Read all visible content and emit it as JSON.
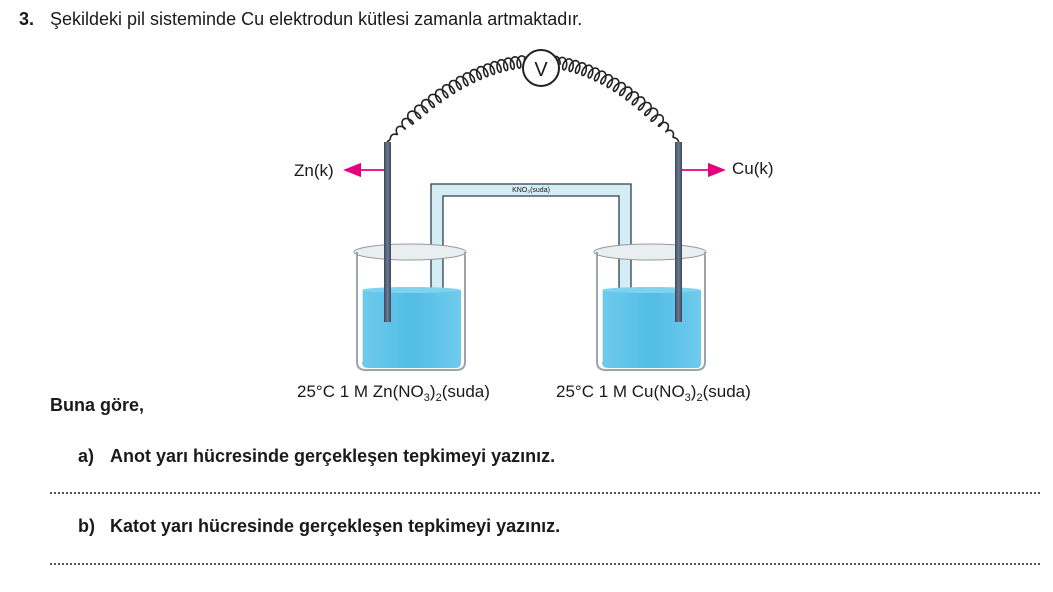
{
  "question": {
    "number": "3.",
    "text": "Şekildeki pil sisteminde Cu elektrodun kütlesi zamanla artmaktadır."
  },
  "diagram": {
    "voltmeter_symbol": "V",
    "left_electrode_label": "Zn(k)",
    "right_electrode_label": "Cu(k)",
    "salt_bridge_label": "KNO₃(suda)",
    "left_solution": {
      "prefix": "25°C 1 M Zn(NO",
      "sub1": "3",
      "mid": ")",
      "sub2": "2",
      "suffix": "(suda)"
    },
    "right_solution": {
      "prefix": "25°C 1 M Cu(NO",
      "sub1": "3",
      "mid": ")",
      "sub2": "2",
      "suffix": "(suda)"
    },
    "colors": {
      "arrow": "#e6007e",
      "solution": "#5dc3e8",
      "electrode": "#4a5870",
      "bridge": "#cfeaf2"
    }
  },
  "prompt": "Buna göre,",
  "items": [
    {
      "letter": "a)",
      "text": "Anot yarı hücresinde gerçekleşen tepkimeyi yazınız."
    },
    {
      "letter": "b)",
      "text": "Katot yarı hücresinde gerçekleşen tepkimeyi yazınız."
    }
  ]
}
